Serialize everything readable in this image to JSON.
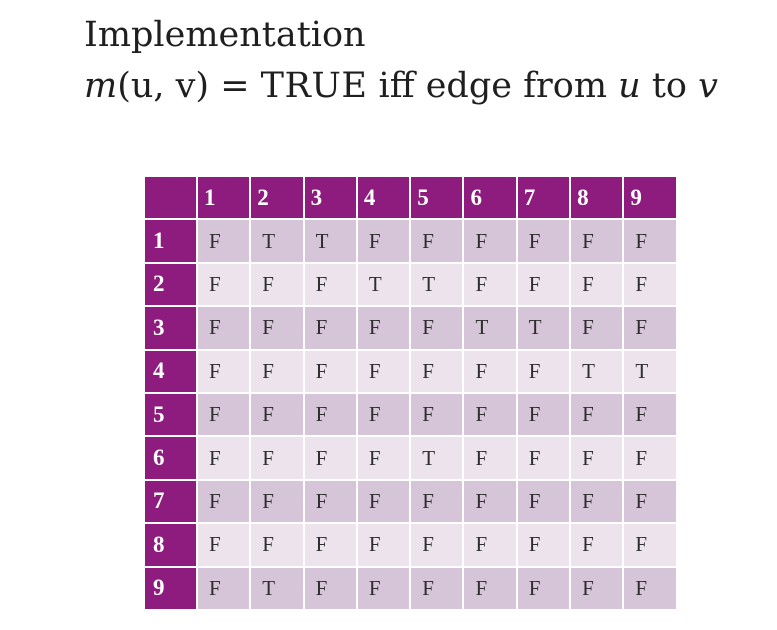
{
  "heading": {
    "title": "Implementation",
    "formula_fn": "m",
    "formula_args": "(u, v)",
    "formula_eq": " = ",
    "formula_true": "TRUE",
    "formula_iff": " iff edge from ",
    "formula_u": "u",
    "formula_to": " to ",
    "formula_v": "v"
  },
  "colors": {
    "header_bg": "#8e1c7e",
    "row_band_dark": "#d6c4d8",
    "row_band_light": "#ece3ed"
  },
  "matrix": {
    "column_headers": [
      "1",
      "2",
      "3",
      "4",
      "5",
      "6",
      "7",
      "8",
      "9"
    ],
    "rows": [
      {
        "label": "1",
        "cells": [
          "F",
          "T",
          "T",
          "F",
          "F",
          "F",
          "F",
          "F",
          "F"
        ]
      },
      {
        "label": "2",
        "cells": [
          "F",
          "F",
          "F",
          "T",
          "T",
          "F",
          "F",
          "F",
          "F"
        ]
      },
      {
        "label": "3",
        "cells": [
          "F",
          "F",
          "F",
          "F",
          "F",
          "T",
          "T",
          "F",
          "F"
        ]
      },
      {
        "label": "4",
        "cells": [
          "F",
          "F",
          "F",
          "F",
          "F",
          "F",
          "F",
          "T",
          "T"
        ]
      },
      {
        "label": "5",
        "cells": [
          "F",
          "F",
          "F",
          "F",
          "F",
          "F",
          "F",
          "F",
          "F"
        ]
      },
      {
        "label": "6",
        "cells": [
          "F",
          "F",
          "F",
          "F",
          "T",
          "F",
          "F",
          "F",
          "F"
        ]
      },
      {
        "label": "7",
        "cells": [
          "F",
          "F",
          "F",
          "F",
          "F",
          "F",
          "F",
          "F",
          "F"
        ]
      },
      {
        "label": "8",
        "cells": [
          "F",
          "F",
          "F",
          "F",
          "F",
          "F",
          "F",
          "F",
          "F"
        ]
      },
      {
        "label": "9",
        "cells": [
          "F",
          "T",
          "F",
          "F",
          "F",
          "F",
          "F",
          "F",
          "F"
        ]
      }
    ]
  }
}
